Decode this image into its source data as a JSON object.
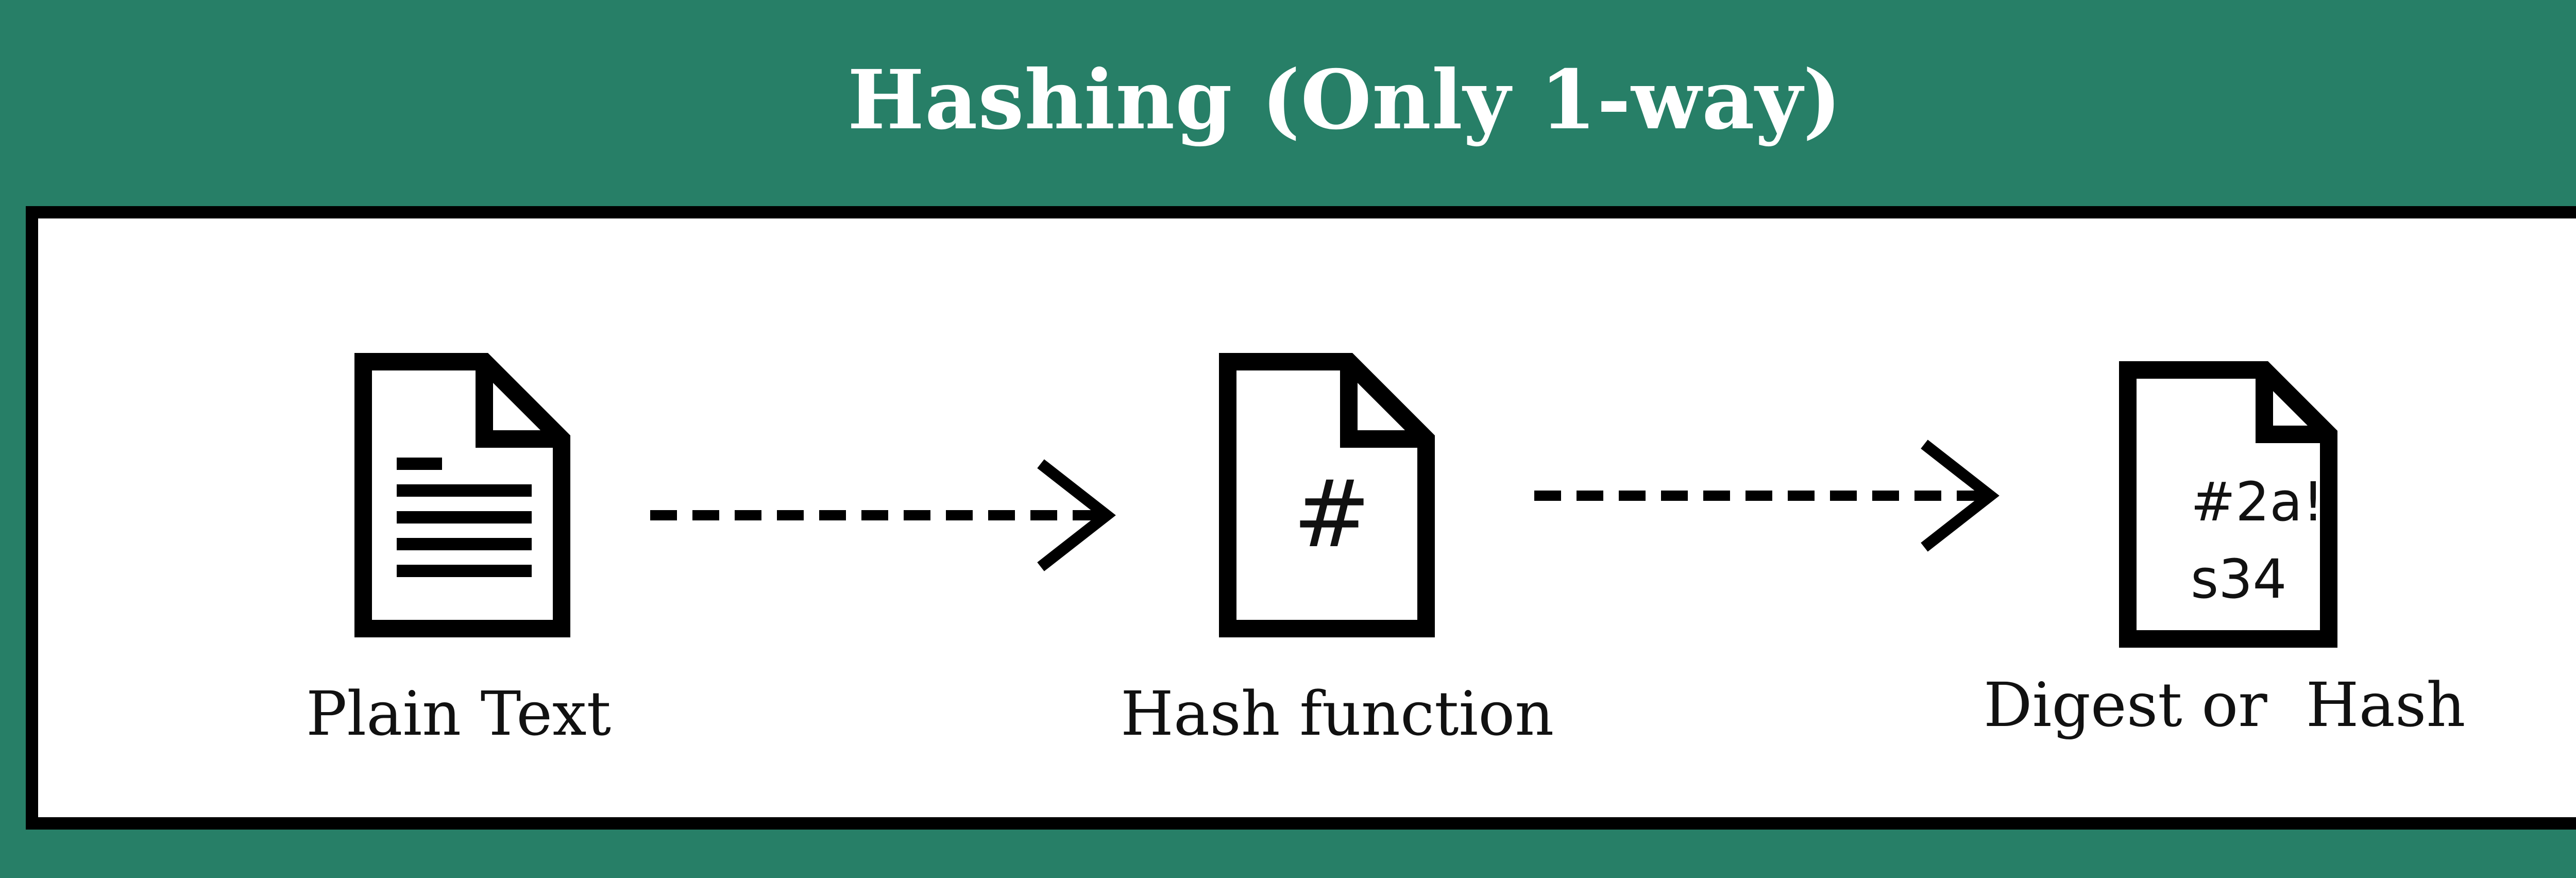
{
  "title": "Hashing (Only 1-way)",
  "steps": [
    {
      "label": "Plain Text",
      "icon": "text-document-icon"
    },
    {
      "label": "Hash function",
      "icon": "hash-document-icon",
      "glyph": "#"
    },
    {
      "label": "Digest or  Hash",
      "icon": "digest-document-icon",
      "lines": [
        "#2a!",
        "s34"
      ]
    }
  ],
  "colors": {
    "background": "#277f67",
    "panel": "#ffffff",
    "ink": "#000000"
  }
}
